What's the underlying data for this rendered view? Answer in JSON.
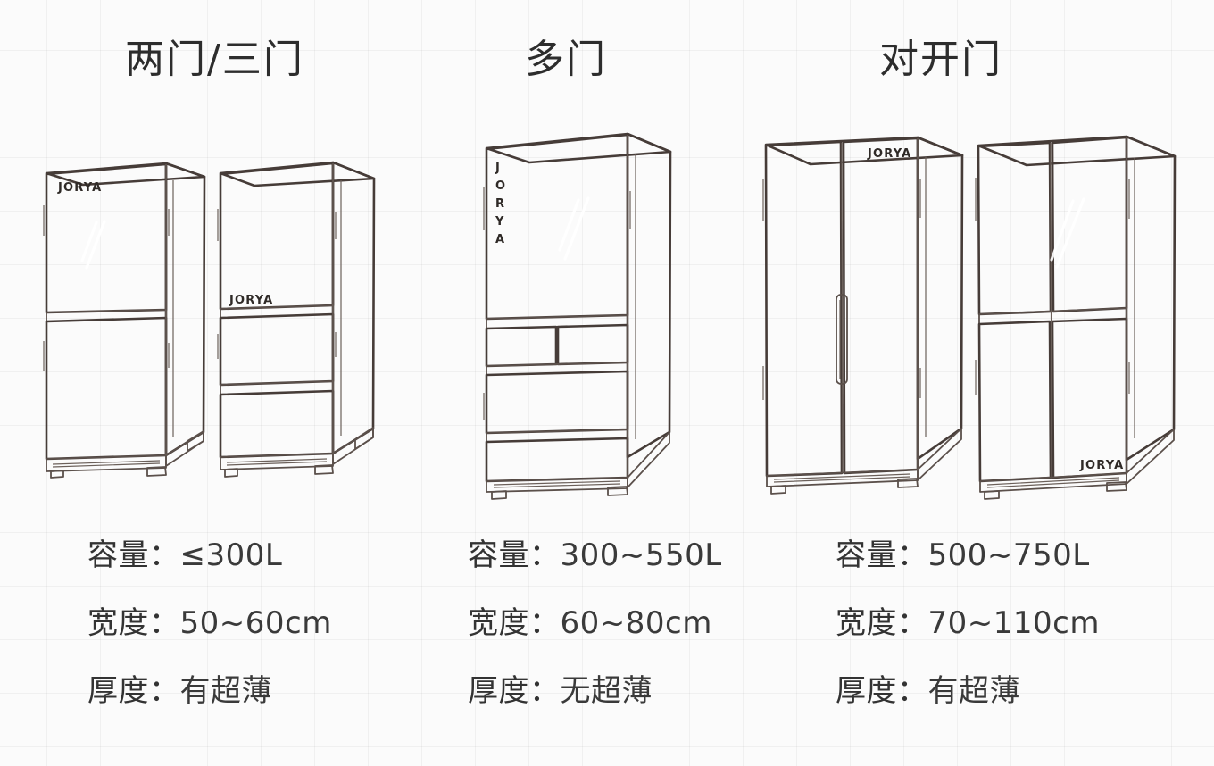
{
  "page": {
    "background_color": "#fbfbfb",
    "grid_color": "#f0f0f0",
    "ink_color": "#463c38",
    "text_color": "#333333"
  },
  "brand": {
    "name": "JORYA"
  },
  "labels": {
    "capacity_label": "容量：",
    "width_label": "宽度：",
    "thickness_label": "厚度："
  },
  "columns": [
    {
      "heading": "两门/三门",
      "capacity": "≤300L",
      "width": "50~60cm",
      "thickness": "有超薄",
      "appliances": [
        {
          "name": "two-door-fridge",
          "doors": 2,
          "body_color": "#d2c9c3",
          "side_color": "#cfc3bc",
          "logo_position": "top-left"
        },
        {
          "name": "three-door-fridge",
          "doors": 3,
          "body_color": "#fbf7f5",
          "side_color": "#f2e9e6",
          "logo_position": "middle-left"
        }
      ]
    },
    {
      "heading": "多门",
      "capacity": "300~550L",
      "width": "60~80cm",
      "thickness": "无超薄",
      "appliances": [
        {
          "name": "multi-door-fridge",
          "doors": 5,
          "body_color": "#d6d5d8",
          "side_color": "#cccbcf",
          "logo_position": "top-left-vertical"
        }
      ]
    },
    {
      "heading": "对开门",
      "capacity": "500~750L",
      "width": "70~110cm",
      "thickness": "有超薄",
      "appliances": [
        {
          "name": "side-by-side-fridge",
          "doors": 2,
          "body_color": "#fcf8f7",
          "side_color": "#f5eeec",
          "logo_position": "top-right"
        },
        {
          "name": "cross-door-fridge",
          "doors": 4,
          "body_color": "#d6cdc6",
          "side_color": "#cdc2ba",
          "logo_position": "bottom-right"
        }
      ]
    }
  ]
}
